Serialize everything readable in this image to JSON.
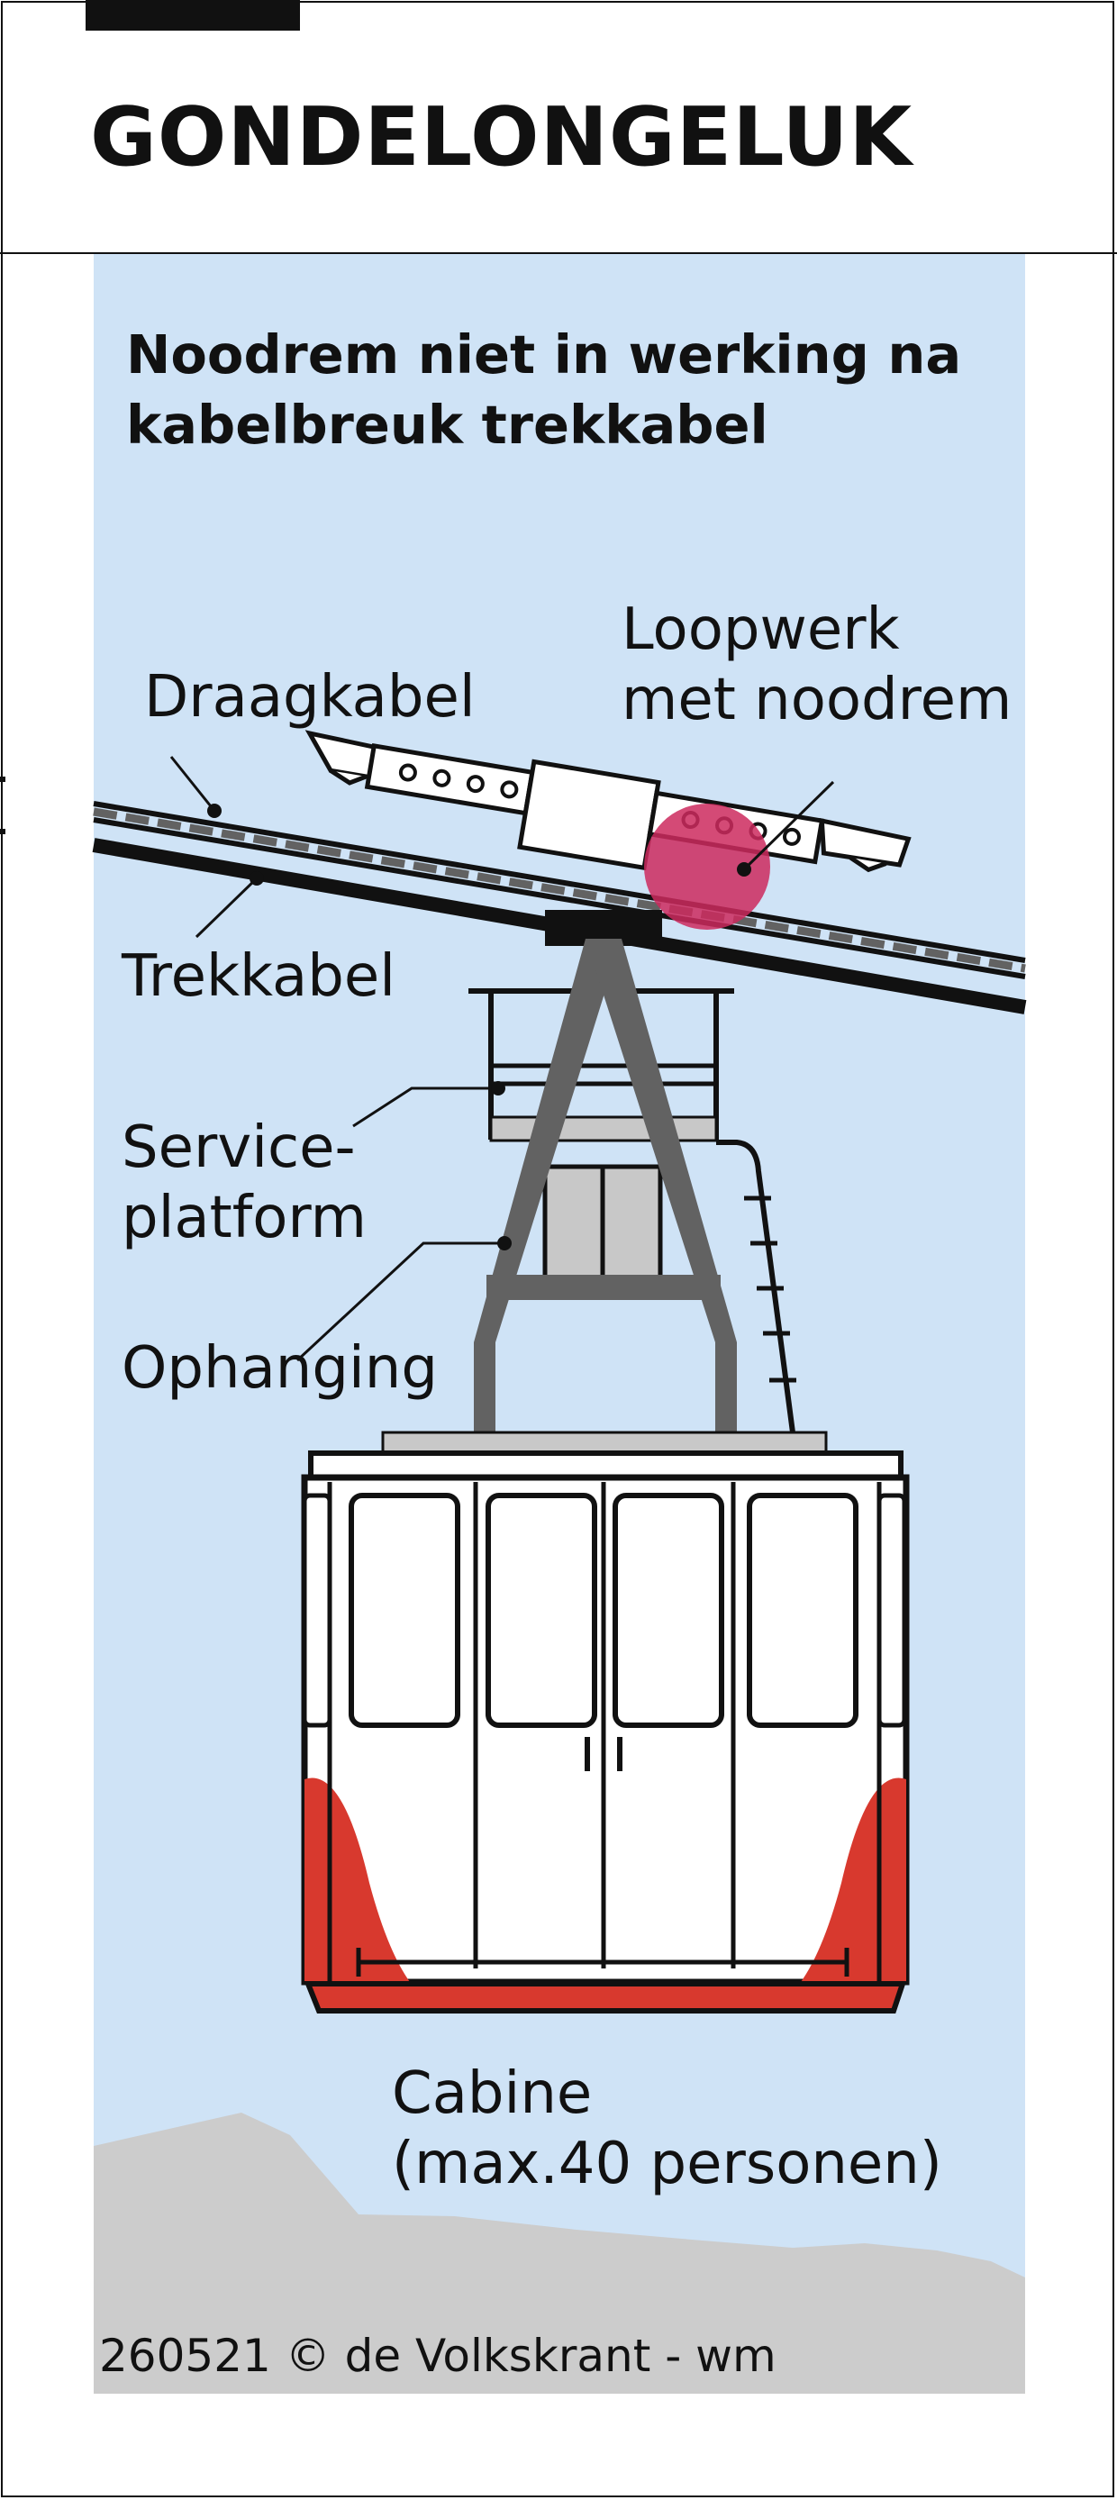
{
  "header": {
    "title": "GONDELONGELUK"
  },
  "subtitle": "Noodrem niet in werking na\nkabelbreuk trekkabel",
  "labels": {
    "draagkabel": "Draagkabel",
    "loopwerk": "Loopwerk\nmet noodrem",
    "trekkabel": "Trekkabel",
    "serviceplatform": "Service-\nplatform",
    "ophanging": "Ophanging",
    "cabine": "Cabine\n(max.40 personen)"
  },
  "credit": "260521 © de Volkskrant - wm",
  "colors": {
    "sky": "#cfe3f6",
    "mountain": "#cccccc",
    "cabin_red": "#d8392e",
    "brake_highlight": "#cc2a5e",
    "suspension_grey": "#626262",
    "outline": "#111111"
  }
}
